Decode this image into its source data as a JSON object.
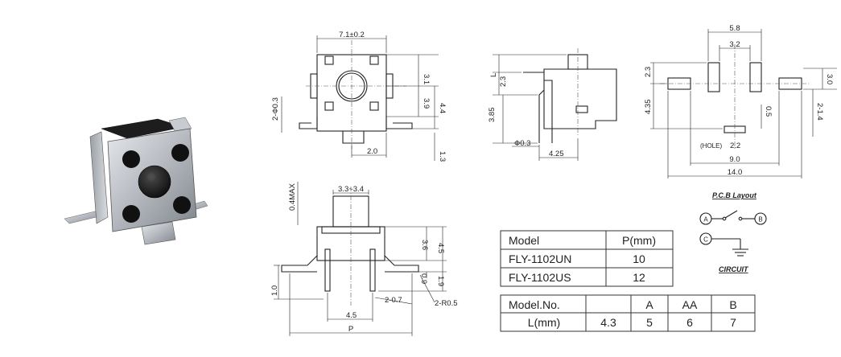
{
  "dimensions": {
    "width_7_1": "7.1±0.2",
    "d_3_1": "3.1",
    "d_3_9": "3.9",
    "d_4_4": "4.4",
    "d_2_phi": "2-Ф0.3",
    "d_2_0": "2.0",
    "d_1_3": "1.3",
    "d_L": "L",
    "d_2_3": "2.3",
    "d_3_85": "3.85",
    "d_0_3": "Ф0.3",
    "d_4_25": "4.25",
    "d_5_8": "5.8",
    "d_3_2": "3.2",
    "d_2_3b": "2.3",
    "d_3_0": "3.0",
    "d_4_35": "4.35",
    "d_0_5": "0.5",
    "d_2_1_4": "2-1.4",
    "d_hole": "(HOLE)",
    "d_2_2": "2.2",
    "d_9_0": "9.0",
    "d_14_0": "14.0",
    "d_04max": "0.4MAX",
    "d_33_34": "3.3~3.4",
    "d_3_6": "3.6",
    "d_4_5": "4.5",
    "d_0_9": "0.9",
    "d_1_9": "1.9",
    "d_1_0": "1.0",
    "d_4_5b": "4.5",
    "d_2_07": "2-0.7",
    "d_2_R05": "2-R0.5",
    "d_P": "P"
  },
  "labels": {
    "pcb_layout": "P.C.B Layout",
    "circuit": "CIRCUIT",
    "node_a": "A",
    "node_b": "B",
    "node_c": "C"
  },
  "table1": {
    "headers": [
      "Model",
      "P(mm)"
    ],
    "rows": [
      [
        "FLY-1102UN",
        "10"
      ],
      [
        "FLY-1102US",
        "12"
      ]
    ]
  },
  "table2": {
    "headers": [
      "Model.No.",
      "",
      "A",
      "AA",
      "B"
    ],
    "row": [
      "L(mm)",
      "4.3",
      "5",
      "6",
      "7"
    ]
  },
  "colors": {
    "line": "#222222",
    "metal": "#b8bcc2",
    "body": "#1c1c1c"
  }
}
